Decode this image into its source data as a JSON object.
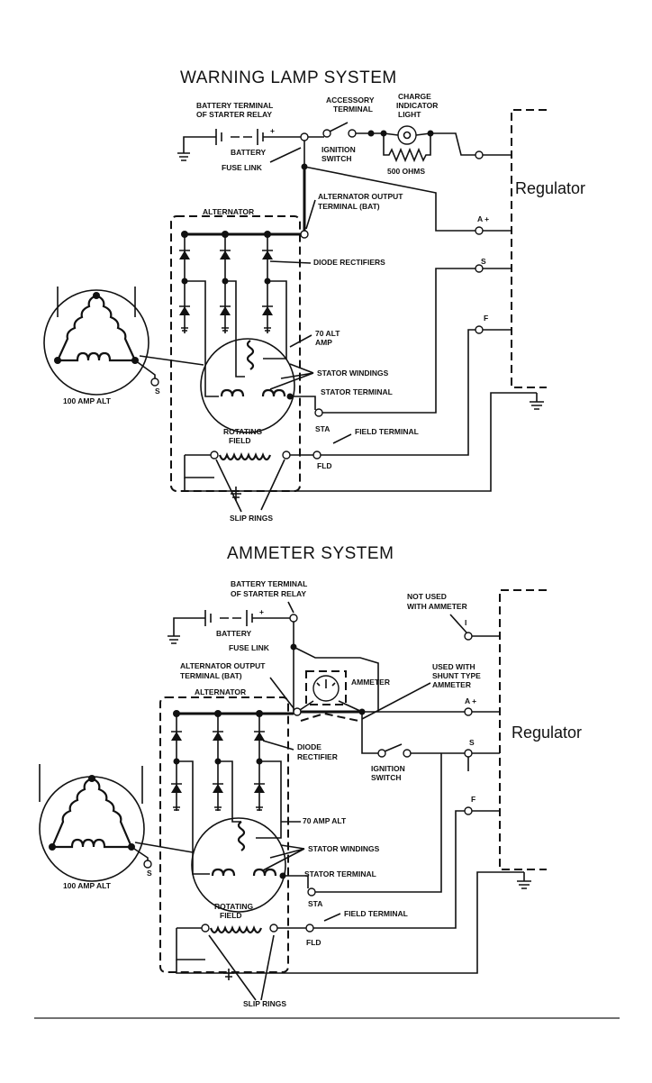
{
  "warning": {
    "title": "WARNING LAMP SYSTEM",
    "regulator": "Regulator",
    "labels": {
      "battery_terminal": [
        "BATTERY TERMINAL",
        "OF STARTER RELAY"
      ],
      "accessory_terminal": [
        "ACCESSORY",
        "TERMINAL"
      ],
      "charge_indicator": [
        "CHARGE",
        "INDICATOR",
        "LIGHT"
      ],
      "battery": "BATTERY",
      "ignition_switch": [
        "IGNITION",
        "SWITCH"
      ],
      "ohms": "500 OHMS",
      "fuse_link": "FUSE LINK",
      "alt_output": [
        "ALTERNATOR OUTPUT",
        "TERMINAL (BAT)"
      ],
      "alternator": "ALTERNATOR",
      "a_plus": "A +",
      "s": "S",
      "f": "F",
      "diode_rectifiers": "DIODE RECTIFIERS",
      "alt_70": [
        "70 ALT",
        "AMP"
      ],
      "stator_windings": "STATOR WINDINGS",
      "stator_terminal": "STATOR TERMINAL",
      "amp_100": "100 AMP ALT",
      "s_terminal": "S",
      "sta": "STA",
      "rotating_field": [
        "ROTATING",
        "FIELD"
      ],
      "field_terminal": "FIELD TERMINAL",
      "fld": "FLD",
      "slip_rings": "SLIP RINGS"
    }
  },
  "ammeter": {
    "title": "AMMETER SYSTEM",
    "regulator": "Regulator",
    "labels": {
      "battery_terminal": [
        "BATTERY TERMINAL",
        "OF STARTER RELAY"
      ],
      "not_used": [
        "NOT USED",
        "WITH AMMETER"
      ],
      "battery": "BATTERY",
      "i": "I",
      "fuse_link": "FUSE LINK",
      "alt_output": [
        "ALTERNATOR OUTPUT",
        "TERMINAL (BAT)"
      ],
      "used_with": [
        "USED WITH",
        "SHUNT TYPE",
        "AMMETER"
      ],
      "ammeter": "AMMETER",
      "alternator": "ALTERNATOR",
      "a_plus": "A +",
      "diode": [
        "DIODE",
        "RECTIFIER"
      ],
      "s": "S",
      "ignition_switch": [
        "IGNITION",
        "SWITCH"
      ],
      "f": "F",
      "alt_70": "70 AMP ALT",
      "stator_windings": "STATOR WINDINGS",
      "stator_terminal": "STATOR TERMINAL",
      "amp_100": "100 AMP ALT",
      "s_terminal": "S",
      "sta": "STA",
      "rotating_field": [
        "ROTATING",
        "FIELD"
      ],
      "field_terminal": "FIELD TERMINAL",
      "fld": "FLD",
      "slip_rings": "SLIP RINGS"
    }
  }
}
